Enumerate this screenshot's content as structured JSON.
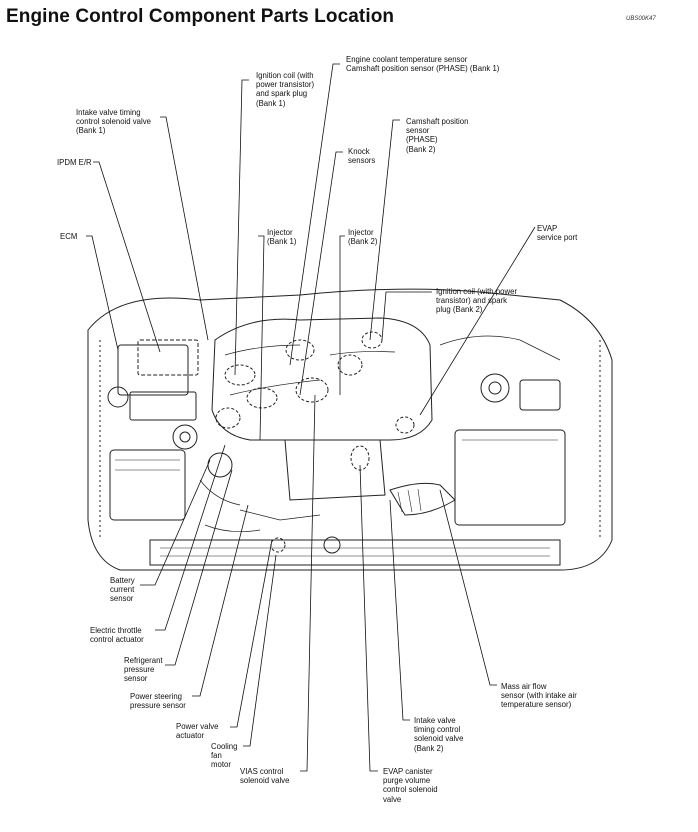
{
  "title": "Engine Control Component Parts Location",
  "figure_code": "UBS00K47",
  "labels": {
    "coolant_cam": "Engine coolant temperature sensor\nCamshaft position sensor (PHASE) (Bank 1)",
    "ign_coil_b1": "Ignition coil (with\npower transistor)\nand spark plug\n(Bank 1)",
    "intake_valve_b1": "Intake valve timing\ncontrol solenoid valve\n(Bank 1)",
    "cam_b2": "Camshaft position\nsensor\n(PHASE)\n(Bank 2)",
    "ipdm": "IPDM E/R",
    "knock": "Knock\nsensors",
    "ecm": "ECM",
    "injector_b1": "Injector\n(Bank 1)",
    "injector_b2": "Injector\n(Bank 2)",
    "evap_port": "EVAP\nservice port",
    "ign_coil_b2": "Ignition coil (with power\ntransistor) and spark\nplug (Bank 2)",
    "battery_current": "Battery\ncurrent\nsensor",
    "throttle": "Electric throttle\ncontrol actuator",
    "refrigerant": "Refrigerant\npressure\nsensor",
    "power_steering": "Power steering\npressure sensor",
    "power_valve": "Power valve\nactuator",
    "cooling_fan": "Cooling\nfan\nmotor",
    "vias": "VIAS control\nsolenoid valve",
    "maf": "Mass air flow\nsensor (with intake air\ntemperature sensor)",
    "intake_valve_b2": "Intake valve\ntiming control\nsolenoid valve\n(Bank 2)",
    "evap_purge": "EVAP canister\npurge volume\ncontrol solenoid\nvalve"
  }
}
